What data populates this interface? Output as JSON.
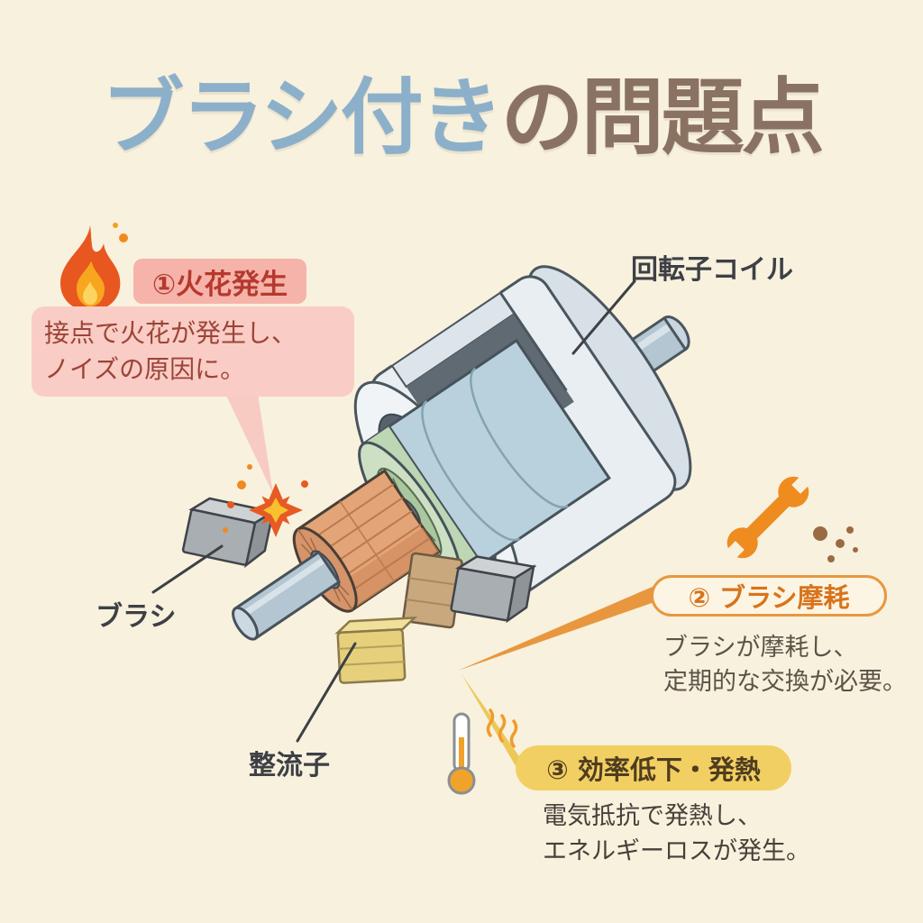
{
  "title": {
    "part1": "ブラシ付き",
    "part2": "の問題点"
  },
  "diagram_labels": {
    "rotor_coil": "回転子コイル",
    "brush": "ブラシ",
    "commutator": "整流子"
  },
  "callouts": {
    "spark": {
      "icon": "flame-icon",
      "title": "①火花発生",
      "line1": "接点で火花が発生し、",
      "line2": "ノイズの原因に。"
    },
    "wear": {
      "icon": "wrench-icon",
      "title": "② ブラシ摩耗",
      "line1": "ブラシが摩耗し、",
      "line2": "定期的な交換が必要。"
    },
    "heat": {
      "icon": "thermometer-icon",
      "title": "③ 効率低下・発熱",
      "line1": "電気抵抗で発熱し、",
      "line2": "エネルギーロスが発生。"
    }
  },
  "colors": {
    "background": "#f8f1dd",
    "title_blue": "#8cb0c9",
    "title_brown": "#8a7262",
    "spark_pink_header": "#f6b3aa",
    "spark_pink_body": "#f9cdc5",
    "spark_text_red": "#b5392e",
    "wear_orange": "#e8973f",
    "heat_yellow": "#f2cf63",
    "commutator_copper": "#e3a478",
    "coil_teal": "#b9d1dd",
    "coil_green": "#bdd6b3",
    "shaft_gray": "#b4c6d2"
  }
}
